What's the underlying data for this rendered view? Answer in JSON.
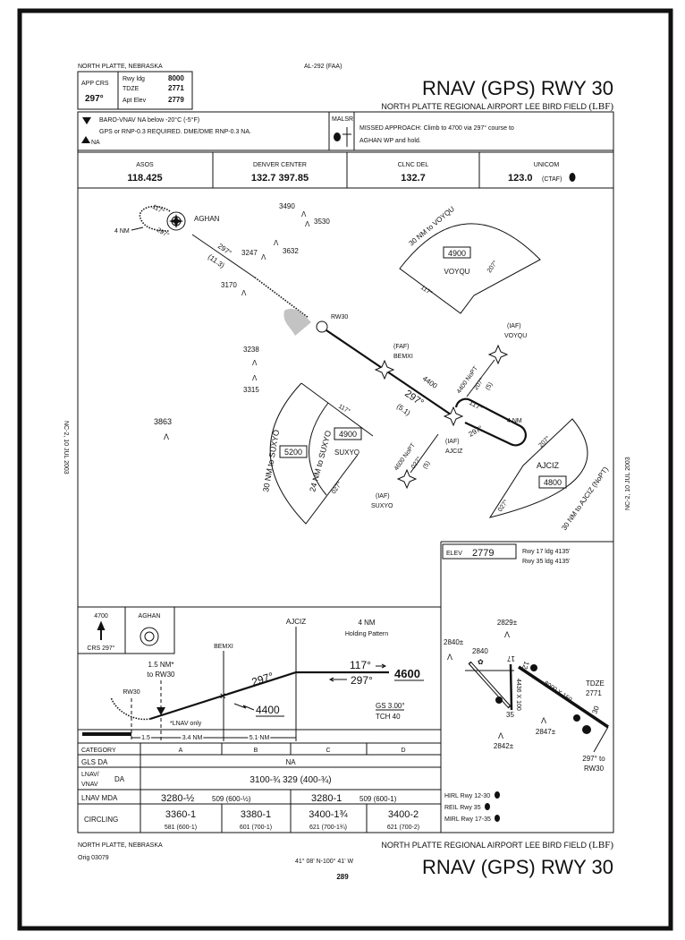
{
  "header": {
    "location": "NORTH PLATTE, NEBRASKA",
    "chart_id": "AL-292 (FAA)",
    "title": "RNAV (GPS) RWY 30",
    "airport_name": "NORTH PLATTE REGIONAL AIRPORT LEE BIRD FIELD",
    "airport_id": "(LBF)"
  },
  "briefing": {
    "app_crs_label": "APP CRS",
    "app_crs": "297°",
    "rwy_ldg_label": "Rwy ldg",
    "rwy_ldg": "8000",
    "tdze_label": "TDZE",
    "tdze": "2771",
    "apt_elev_label": "Apt Elev",
    "apt_elev": "2779"
  },
  "notes": {
    "baro": "BARO-VNAV NA below -20°C (-5°F)",
    "gps": "GPS or RNP-0.3 REQUIRED.  DME/DME RNP-0.3 NA.",
    "na": "NA",
    "lighting": "MALSR",
    "missed_line1": "MISSED APPROACH: Climb to 4700 via 297° course to",
    "missed_line2": "AGHAN WP and hold."
  },
  "comms": [
    {
      "label": "ASOS",
      "freq": "118.425"
    },
    {
      "label": "DENVER CENTER",
      "freq": "132.7  397.85"
    },
    {
      "label": "CLNC DEL",
      "freq": "132.7"
    },
    {
      "label": "UNICOM",
      "freq": "123.0",
      "suffix": "(CTAF)"
    }
  ],
  "plan": {
    "aghan": "AGHAN",
    "hold_out": "117°",
    "hold_in": "297°",
    "hold_len": "4 NM",
    "leg_crs": "297°",
    "leg_dist": "(11.3)",
    "rw30": "RW30",
    "faf": "(FAF)",
    "bemxi": "BEMXI",
    "final_alt": "4400",
    "final_crs": "297°",
    "final_dist": "(5.1)",
    "iaf": "(IAF)",
    "ajciz": "AJCIZ",
    "voyqu": "VOYQU",
    "suxyo": "SUXYO",
    "ajciz_hold_out": "117°",
    "ajciz_hold_in": "297°",
    "ajciz_hold_len": "4 NM",
    "voyqu_leg": "4400 NoPT",
    "voyqu_crs": "207°",
    "voyqu_dist": "(5)",
    "suxyo_leg": "4600 NoPT",
    "suxyo_crs": "027°",
    "suxyo_dist": "(5)",
    "taa_voyqu": {
      "arc": "30 NM to VOYQU",
      "alt": "4900",
      "name": "VOYQU",
      "crs1": "117°",
      "crs2": "207°"
    },
    "taa_suxyo": {
      "arc_outer": "30 NM to SUXYO",
      "arc_inner": "24 NM to SUXYO",
      "alt_outer": "5200",
      "alt_inner": "4900",
      "name": "SUXYO",
      "crs1": "117°",
      "crs2": "027°"
    },
    "taa_ajciz": {
      "arc": "30 NM to AJCIZ (NoPT)",
      "alt": "4800",
      "name": "AJCIZ",
      "crs1": "027°",
      "crs2": "207°"
    },
    "terrain": [
      "3490",
      "3530",
      "3247",
      "3632",
      "3170",
      "3238",
      "3315",
      "3863"
    ]
  },
  "profile": {
    "ma_alt": "4700",
    "ma_crs": "CRS 297°",
    "ma_fix": "AGHAN",
    "holding": "4 NM",
    "holding_label": "Holding Pattern",
    "ajciz": "AJCIZ",
    "bemxi": "BEMXI",
    "vdp_dist": "1.5 NM*",
    "vdp_to": "to RW30",
    "rw30": "RW30",
    "crs_final": "297°",
    "crs_out": "117°",
    "crs_in": "297°",
    "alt_hold": "4600",
    "alt_faf": "4400",
    "lnav_only": "*LNAV only",
    "gs": "GS 3.00°",
    "tch": "TCH 40",
    "dist1": "1.5",
    "dist2": "3.4 NM",
    "dist3": "5.1 NM"
  },
  "minima": {
    "category_label": "CATEGORY",
    "categories": [
      "A",
      "B",
      "C",
      "D"
    ],
    "gls_label": "GLS DA",
    "gls": "NA",
    "lnav_vnav_label1": "LNAV/",
    "lnav_vnav_label2": "VNAV",
    "lnav_vnav_da": "DA",
    "lnav_vnav": "3100-¾  329 (400-¾)",
    "lnav_mda_label": "LNAV MDA",
    "lnav_ab": "3280-½",
    "lnav_ab_haa": "509 (600-½)",
    "lnav_cd": "3280-1",
    "lnav_cd_haa": "509 (600-1)",
    "circling_label": "CIRCLING",
    "circling": [
      {
        "mda": "3360-1",
        "haa": "581 (600-1)"
      },
      {
        "mda": "3380-1",
        "haa": "601 (700-1)"
      },
      {
        "mda": "3400-1¾",
        "haa": "621 (700-1¾)"
      },
      {
        "mda": "3400-2",
        "haa": "621 (700-2)"
      }
    ]
  },
  "airport": {
    "elev_label": "ELEV",
    "elev": "2779",
    "rwy17_ldg": "Rwy 17 ldg 4135'",
    "rwy35_ldg": "Rwy 35 ldg 4135'",
    "rwy_12_30_dims": "8000 X 150",
    "rwy_17_35_dims": "4436 X 100",
    "rwy_labels": [
      "12",
      "30",
      "17",
      "35"
    ],
    "spot_elevs": [
      "2829±",
      "2840±",
      "2840",
      "2847±",
      "2842±"
    ],
    "tdze_label": "TDZE",
    "tdze": "2771",
    "final_crs": "297° to",
    "final_fix": "RW30",
    "lighting": [
      "HIRL Rwy 12-30",
      "REIL Rwy 35",
      "MIRL Rwy 17-35"
    ]
  },
  "footer": {
    "location": "NORTH PLATTE, NEBRASKA",
    "orig": "Orig  03079",
    "coords": "41° 08' N-100° 41' W",
    "page": "289",
    "airport_name": "NORTH PLATTE REGIONAL AIRPORT LEE BIRD FIELD",
    "airport_id": "(LBF)",
    "title": "RNAV (GPS) RWY 30"
  },
  "side_date": "NC-2, 10 JUL 2003"
}
